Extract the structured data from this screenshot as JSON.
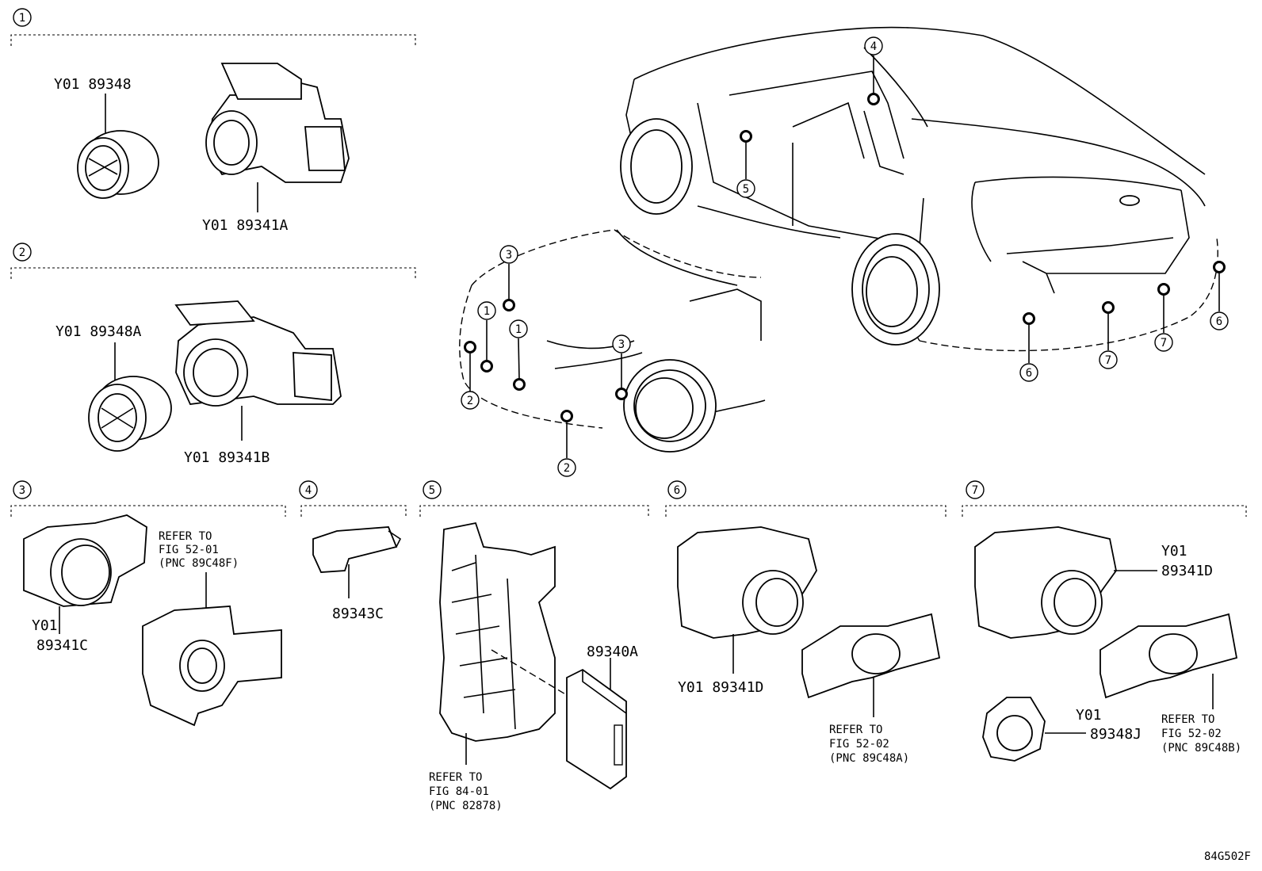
{
  "diagram_id": "84G502F",
  "groups": [
    {
      "num": "1",
      "parts": [
        {
          "code": "Y01 89348"
        },
        {
          "code": "Y01 89341A"
        }
      ]
    },
    {
      "num": "2",
      "parts": [
        {
          "code": "Y01 89348A"
        },
        {
          "code": "Y01 89341B"
        }
      ]
    },
    {
      "num": "3",
      "parts": [
        {
          "code": "Y01",
          "code2": "89341C"
        }
      ],
      "ref": [
        "REFER TO",
        "FIG 52-01",
        "(PNC 89C48F)"
      ]
    },
    {
      "num": "4",
      "parts": [
        {
          "code": "89343C"
        }
      ]
    },
    {
      "num": "5",
      "parts": [
        {
          "code": "89340A"
        }
      ],
      "ref": [
        "REFER TO",
        "FIG 84-01",
        "(PNC 82878)"
      ]
    },
    {
      "num": "6",
      "parts": [
        {
          "code": "Y01 89341D"
        }
      ],
      "ref": [
        "REFER TO",
        "FIG 52-02",
        "(PNC 89C48A)"
      ]
    },
    {
      "num": "7",
      "parts": [
        {
          "code": "Y01",
          "code2": "89341D"
        },
        {
          "code": "Y01",
          "code2": "89348J"
        }
      ],
      "ref": [
        "REFER TO",
        "FIG 52-02",
        "(PNC 89C48B)"
      ]
    }
  ],
  "car_callouts": [
    "1",
    "1",
    "2",
    "2",
    "3",
    "3",
    "4",
    "5",
    "6",
    "6",
    "7",
    "7"
  ]
}
